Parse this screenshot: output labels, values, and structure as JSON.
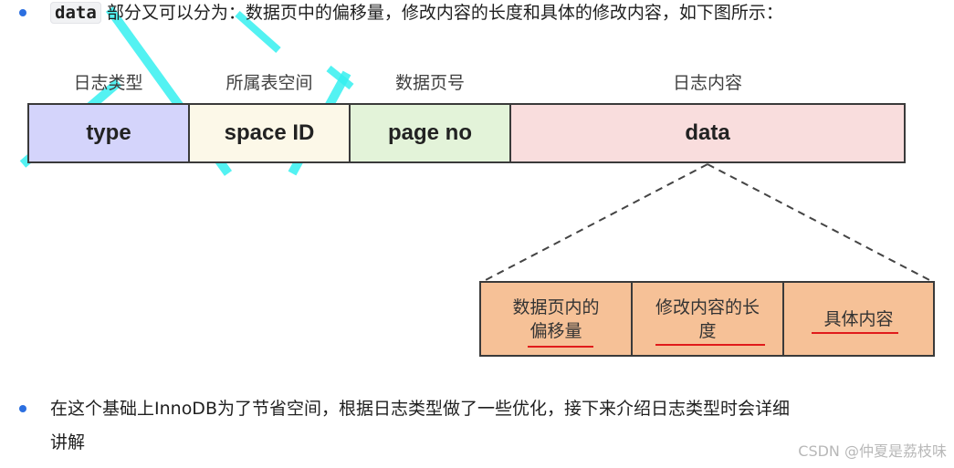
{
  "intro": {
    "code_term": "data",
    "text": "部分又可以分为：数据页中的偏移量，修改内容的长度和具体的修改内容，如下图所示："
  },
  "diagram": {
    "headers": [
      "日志类型",
      "所属表空间",
      "数据页号",
      "日志内容"
    ],
    "fields": [
      "type",
      "space ID",
      "page no",
      "data"
    ],
    "field_colors": [
      "#d4d4fb",
      "#fcf8e8",
      "#e3f3d9",
      "#f9dddd"
    ],
    "data_parts_line1": [
      "数据页内的",
      "修改内容的长",
      "具体内容"
    ],
    "data_parts_line2": [
      "偏移量",
      "度",
      ""
    ],
    "data_part_color": "#f6c197",
    "underline_color": "#e01b1b"
  },
  "bullet2": {
    "line1": "在这个基础上InnoDB为了节省空间，根据日志类型做了一些优化，接下来介绍日志类型时会详细",
    "line2": "讲解"
  },
  "watermark": "CSDN @仲夏是荔枝味"
}
